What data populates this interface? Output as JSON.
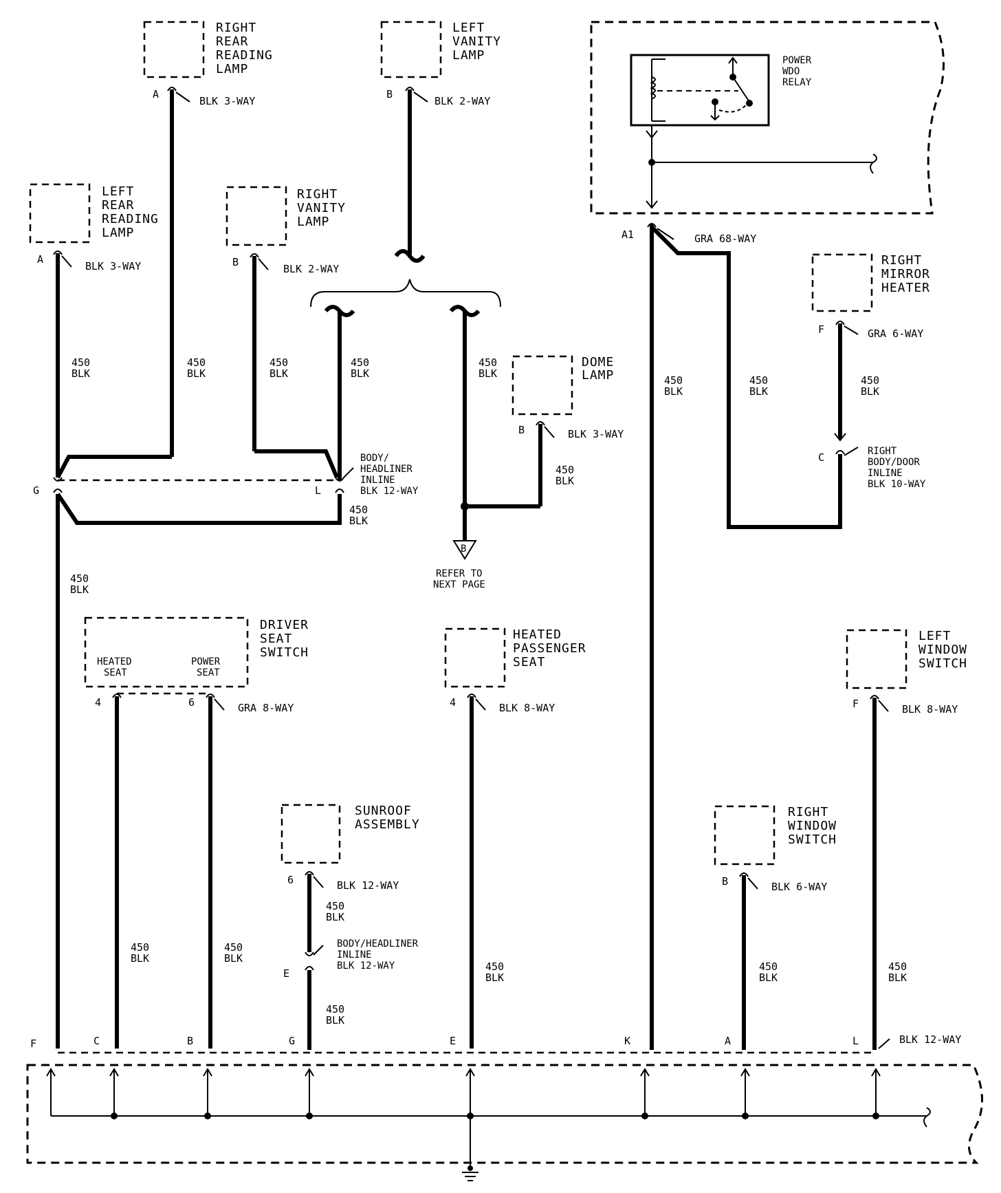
{
  "components": {
    "right_rear_reading_lamp": [
      "RIGHT",
      "REAR",
      "READING",
      "LAMP"
    ],
    "left_vanity_lamp": [
      "LEFT",
      "VANITY",
      "LAMP"
    ],
    "left_rear_reading_lamp": [
      "LEFT",
      "REAR",
      "READING",
      "LAMP"
    ],
    "right_vanity_lamp": [
      "RIGHT",
      "VANITY",
      "LAMP"
    ],
    "dome_lamp": [
      "DOME",
      "LAMP"
    ],
    "power_wdo_relay": [
      "POWER",
      "WDO",
      "RELAY"
    ],
    "right_mirror_heater": [
      "RIGHT",
      "MIRROR",
      "HEATER"
    ],
    "driver_seat_switch": [
      "DRIVER",
      "SEAT",
      "SWITCH"
    ],
    "heated_seat": [
      "HEATED",
      "SEAT"
    ],
    "power_seat": [
      "POWER",
      "SEAT"
    ],
    "heated_passenger_seat": [
      "HEATED",
      "PASSENGER",
      "SEAT"
    ],
    "left_window_switch": [
      "LEFT",
      "WINDOW",
      "SWITCH"
    ],
    "sunroof_assembly": [
      "SUNROOF",
      "ASSEMBLY"
    ],
    "right_window_switch": [
      "RIGHT",
      "WINDOW",
      "SWITCH"
    ]
  },
  "connectors": {
    "blk_3way": "BLK 3-WAY",
    "blk_2way": "BLK 2-WAY",
    "gra_68way": "GRA 68-WAY",
    "gra_6way": "GRA 6-WAY",
    "gra_8way": "GRA 8-WAY",
    "blk_8way": "BLK 8-WAY",
    "blk_12way": "BLK 12-WAY",
    "blk_6way": "BLK 6-WAY",
    "body_headliner_inline": [
      "BODY/",
      "HEADLINER",
      "INLINE",
      "BLK 12-WAY"
    ],
    "body_headliner_inline_2": [
      "BODY/HEADLINER",
      "INLINE",
      "BLK 12-WAY"
    ],
    "right_body_door_inline": [
      "RIGHT",
      "BODY/DOOR",
      "INLINE",
      "BLK 10-WAY"
    ]
  },
  "wire": {
    "circuit": "450",
    "color": "BLK"
  },
  "pins": {
    "A": "A",
    "B": "B",
    "G": "G",
    "L": "L",
    "A1": "A1",
    "F": "F",
    "C": "C",
    "4": "4",
    "6": "6",
    "E": "E",
    "K": "K"
  },
  "refer": {
    "symbol": "B",
    "text": [
      "REFER TO",
      "NEXT PAGE"
    ]
  }
}
